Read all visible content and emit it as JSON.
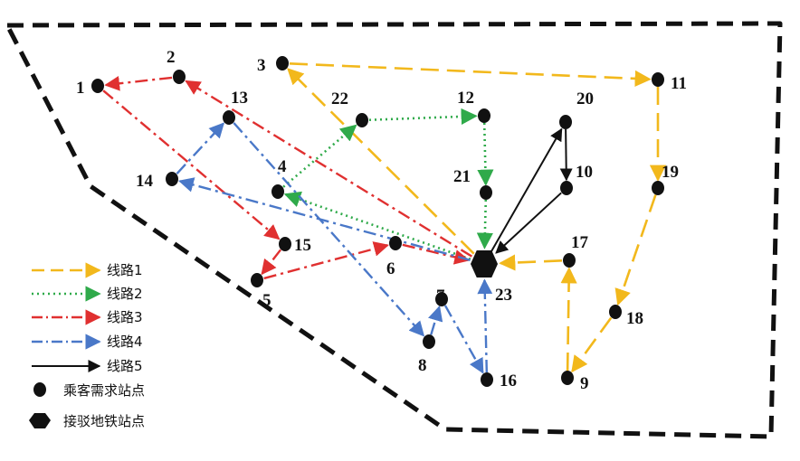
{
  "nodes": [
    {
      "id": "1",
      "label": "1",
      "type": "demand"
    },
    {
      "id": "2",
      "label": "2",
      "type": "demand"
    },
    {
      "id": "3",
      "label": "3",
      "type": "demand"
    },
    {
      "id": "4",
      "label": "4",
      "type": "demand"
    },
    {
      "id": "5",
      "label": "5",
      "type": "demand"
    },
    {
      "id": "6",
      "label": "6",
      "type": "demand"
    },
    {
      "id": "7",
      "label": "7",
      "type": "demand"
    },
    {
      "id": "8",
      "label": "8",
      "type": "demand"
    },
    {
      "id": "9",
      "label": "9",
      "type": "demand"
    },
    {
      "id": "10",
      "label": "10",
      "type": "demand"
    },
    {
      "id": "11",
      "label": "11",
      "type": "demand"
    },
    {
      "id": "12",
      "label": "12",
      "type": "demand"
    },
    {
      "id": "13",
      "label": "13",
      "type": "demand"
    },
    {
      "id": "14",
      "label": "14",
      "type": "demand"
    },
    {
      "id": "15",
      "label": "15",
      "type": "demand"
    },
    {
      "id": "16",
      "label": "16",
      "type": "demand"
    },
    {
      "id": "17",
      "label": "17",
      "type": "demand"
    },
    {
      "id": "18",
      "label": "18",
      "type": "demand"
    },
    {
      "id": "19",
      "label": "19",
      "type": "demand"
    },
    {
      "id": "20",
      "label": "20",
      "type": "demand"
    },
    {
      "id": "21",
      "label": "21",
      "type": "demand"
    },
    {
      "id": "22",
      "label": "22",
      "type": "demand"
    },
    {
      "id": "23",
      "label": "23",
      "type": "metro"
    }
  ],
  "routes": [
    {
      "name": "线路1",
      "color": "#f2b81c",
      "style": "dash",
      "edges": [
        [
          "23",
          "3"
        ],
        [
          "3",
          "11"
        ],
        [
          "11",
          "19"
        ],
        [
          "19",
          "18"
        ],
        [
          "18",
          "9"
        ],
        [
          "9",
          "17"
        ],
        [
          "17",
          "23"
        ]
      ]
    },
    {
      "name": "线路2",
      "color": "#2faa4a",
      "style": "dot",
      "edges": [
        [
          "23",
          "4"
        ],
        [
          "4",
          "22"
        ],
        [
          "22",
          "12"
        ],
        [
          "12",
          "21"
        ],
        [
          "21",
          "23"
        ]
      ]
    },
    {
      "name": "线路3",
      "color": "#e03030",
      "style": "dashdot",
      "edges": [
        [
          "23",
          "2"
        ],
        [
          "2",
          "1"
        ],
        [
          "1",
          "15"
        ],
        [
          "15",
          "5"
        ],
        [
          "5",
          "6"
        ],
        [
          "6",
          "23"
        ]
      ]
    },
    {
      "name": "线路4",
      "color": "#4a78c8",
      "style": "dashdot",
      "edges": [
        [
          "23",
          "14"
        ],
        [
          "14",
          "13"
        ],
        [
          "13",
          "8"
        ],
        [
          "8",
          "7"
        ],
        [
          "7",
          "16"
        ],
        [
          "16",
          "23"
        ]
      ]
    },
    {
      "name": "线路5",
      "color": "#111111",
      "style": "solid",
      "edges": [
        [
          "23",
          "20"
        ],
        [
          "20",
          "10"
        ],
        [
          "10",
          "23"
        ]
      ]
    }
  ],
  "legend": {
    "routes": [
      "线路1",
      "线路2",
      "线路3",
      "线路4",
      "线路5"
    ],
    "demand_stop": "乘客需求站点",
    "metro_stop": "接驳地铁站点"
  }
}
